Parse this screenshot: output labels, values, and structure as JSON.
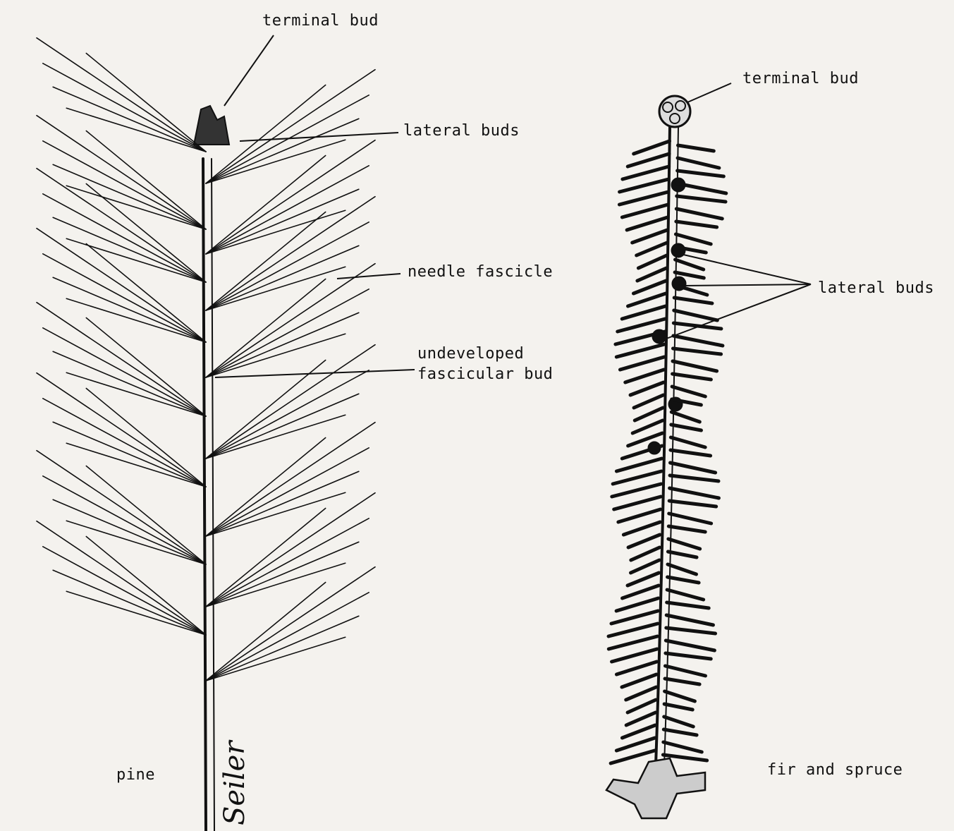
{
  "labels": {
    "pine_terminal_bud": "terminal bud",
    "pine_lateral_buds": "lateral buds",
    "needle_fascicle": "needle fascicle",
    "undeveloped_line1": "undeveloped",
    "undeveloped_line2": "fascicular bud",
    "pine_caption": "pine",
    "fir_terminal_bud": "terminal bud",
    "fir_lateral_buds": "lateral buds",
    "fir_caption": "fir and spruce"
  },
  "signature": "Seiler",
  "colors": {
    "ink": "#111111",
    "paper": "#f4f2ee"
  }
}
